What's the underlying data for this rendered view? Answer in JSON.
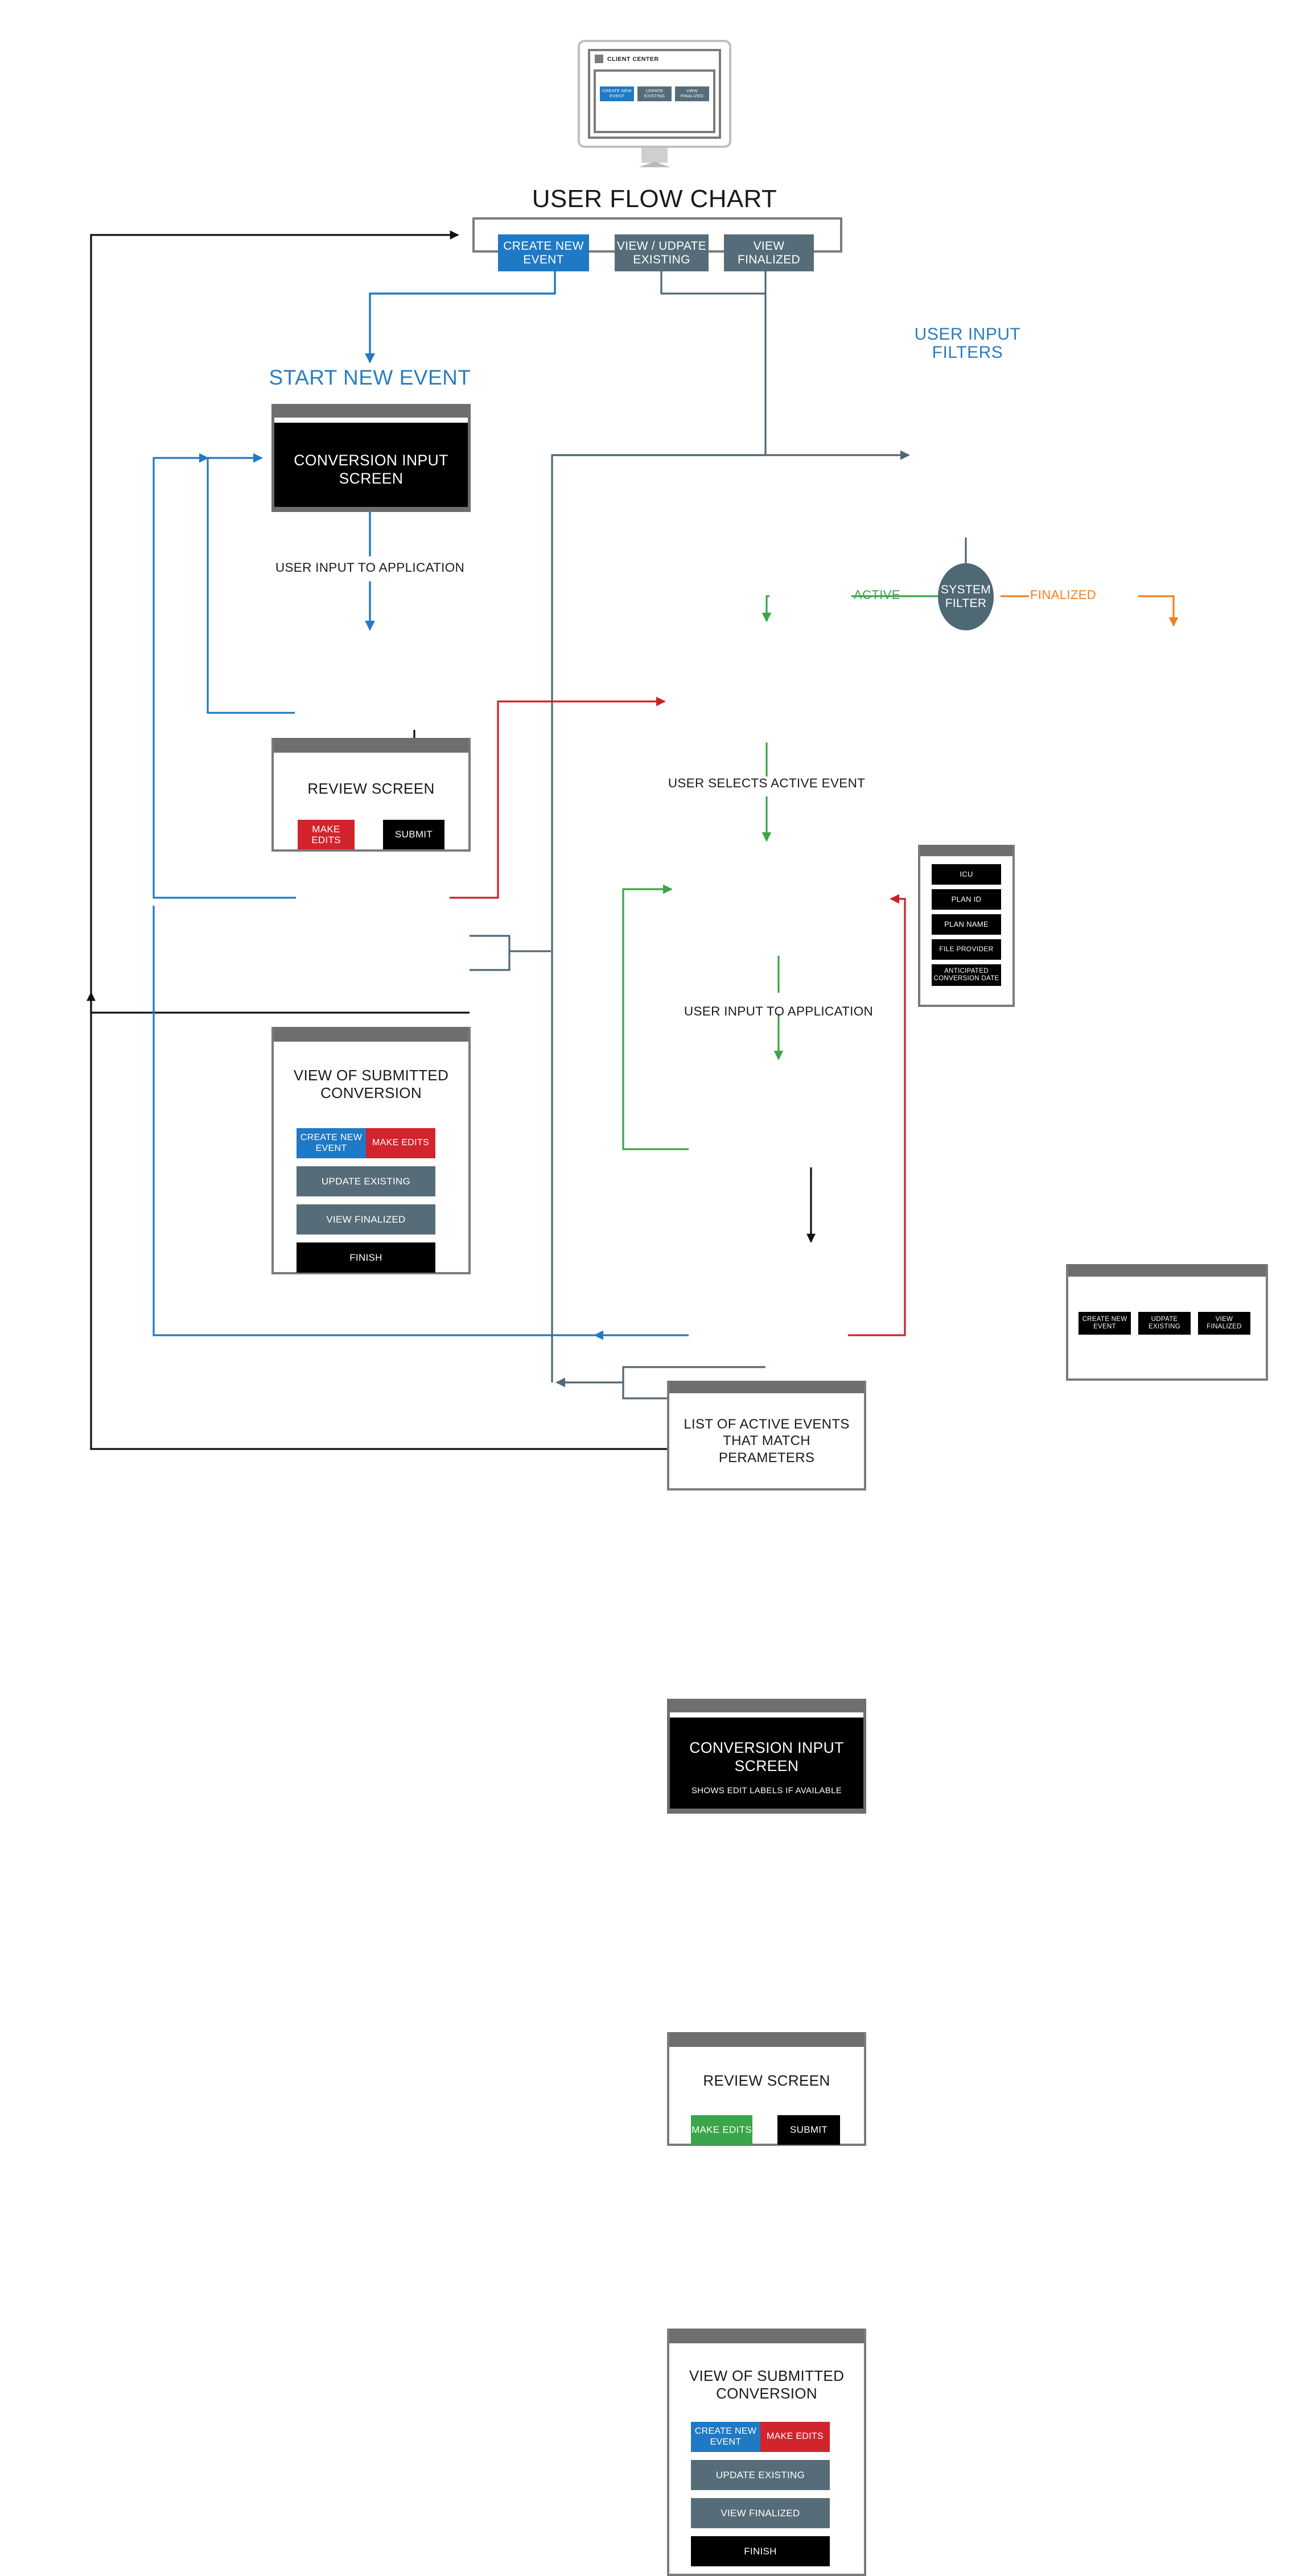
{
  "colors": {
    "blue": "#2079c4",
    "slate": "#566d79",
    "red": "#d1242d",
    "green": "#3aa54a",
    "orange": "#f08020",
    "black": "#000000",
    "gray_chrome": "#6e6e6e",
    "label_blue": "#2b7cc0"
  },
  "monitor": {
    "app_title": "CLIENT CENTER",
    "buttons": [
      {
        "label": "CREATE NEW EVENT",
        "style": "blue"
      },
      {
        "label": "UDPATE EXISTING",
        "style": "slate"
      },
      {
        "label": "VIEW FINALIZED",
        "style": "slate"
      }
    ]
  },
  "page_title": "USER FLOW CHART",
  "nav_bar": {
    "buttons": [
      {
        "label": "CREATE NEW EVENT",
        "style": "blue"
      },
      {
        "label": "VIEW / UDPATE EXISTING",
        "style": "slate"
      },
      {
        "label": "VIEW FINALIZED",
        "style": "slate"
      }
    ]
  },
  "left_branch": {
    "section_label": "START NEW EVENT",
    "conversion_input": {
      "title": "CONVERSION INPUT SCREEN"
    },
    "flow_label_1": "USER INPUT TO APPLICATION",
    "review_screen": {
      "title": "REVIEW SCREEN",
      "make_edits": "MAKE EDITS",
      "submit": "SUBMIT"
    },
    "submitted_view": {
      "title": "VIEW OF SUBMITTED CONVERSION",
      "create_new_event": "CREATE NEW EVENT",
      "make_edits": "MAKE EDITS",
      "update_existing": "UPDATE EXISTING",
      "view_finalized": "VIEW FINALIZED",
      "finish": "FINISH"
    }
  },
  "filters_panel": {
    "section_label": "USER INPUT FILTERS",
    "items": [
      "ICU",
      "PLAN ID",
      "PLAN NAME",
      "FILE PROVIDER",
      "ANTICIPATED CONVERSION DATE"
    ]
  },
  "system_filter": {
    "label": "SYSTEM FILTER",
    "branch_active": "ACTIVE",
    "branch_finalized": "FINALIZED"
  },
  "finalized_view": {
    "buttons": [
      "CREATE NEW EVENT",
      "UDPATE EXISTING",
      "VIEW FINALIZED"
    ]
  },
  "middle_branch": {
    "active_list": {
      "title": "LIST OF ACTIVE EVENTS THAT MATCH PERAMETERS"
    },
    "flow_label_select": "USER SELECTS ACTIVE EVENT",
    "conversion_input": {
      "title": "CONVERSION INPUT SCREEN",
      "note": "SHOWS EDIT LABELS IF AVAILABLE"
    },
    "flow_label_input": "USER INPUT TO APPLICATION",
    "review_screen": {
      "title": "REVIEW SCREEN",
      "make_edits": "MAKE EDITS",
      "submit": "SUBMIT"
    },
    "submitted_view": {
      "title": "VIEW OF SUBMITTED CONVERSION",
      "create_new_event": "CREATE NEW EVENT",
      "make_edits": "MAKE EDITS",
      "update_existing": "UPDATE EXISTING",
      "view_finalized": "VIEW FINALIZED",
      "finish": "FINISH"
    }
  }
}
